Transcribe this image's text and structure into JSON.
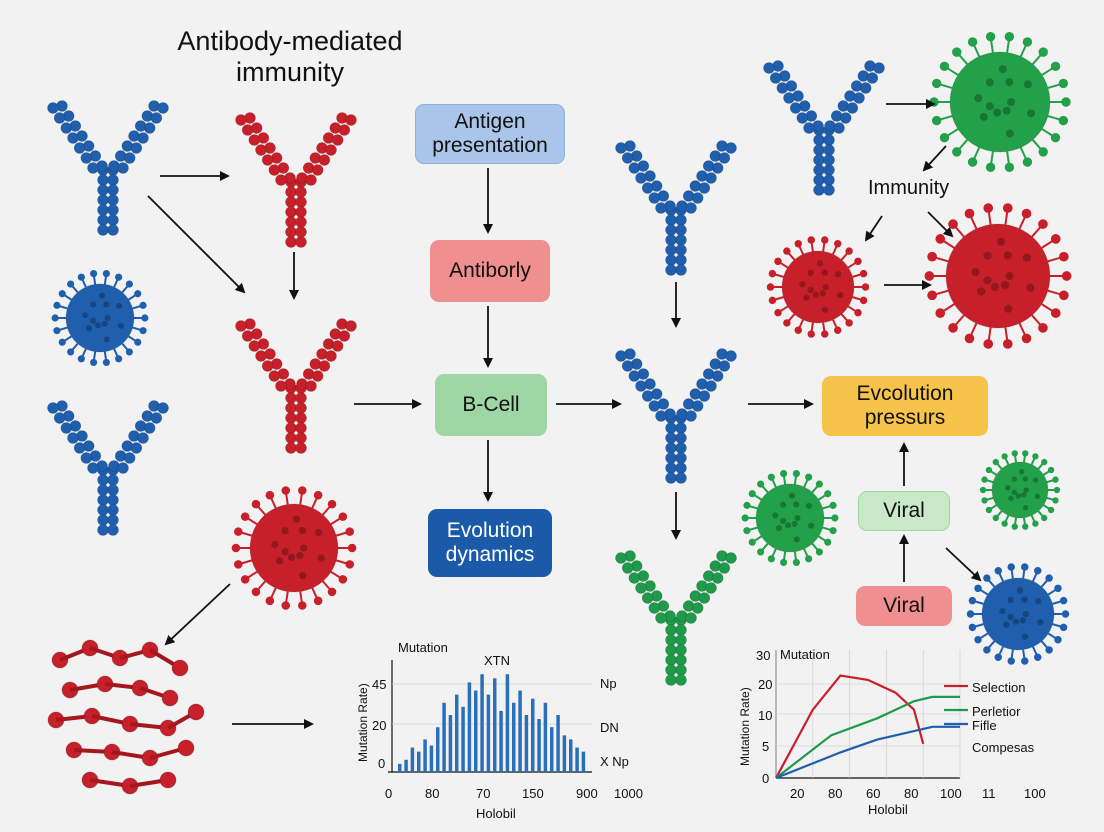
{
  "title": "Antibody-mediated immunity",
  "nodes": {
    "antigen": "Antigen presentation",
    "antibody": "Antiborly",
    "bcell": "B-Cell",
    "evolution": "Evolution dynamics",
    "pressure": "Evcolution pressurs",
    "viral_top": "Viral",
    "viral_bottom": "Viral"
  },
  "labels": {
    "immunity": "Immunity"
  },
  "colors": {
    "blue_antibody": "#1f5fae",
    "red_antibody": "#c8202a",
    "green_antibody": "#1f9a4a",
    "box_blue": "#a9c6ea",
    "box_red": "#ef8f8f",
    "box_green": "#9fd6a6",
    "box_darkblue": "#1b5aa8",
    "box_orange": "#f6c34b"
  },
  "chart_data": [
    {
      "type": "bar",
      "title": "Mutation",
      "peak_label": "XTN",
      "ylabel": "Mutation Rate)",
      "xlabel": "Holobil",
      "yticks": [
        "45",
        "20",
        "0"
      ],
      "xticks": [
        "0",
        "80",
        "70",
        "150",
        "900",
        "1000"
      ],
      "right_labels": [
        "Np",
        "DN",
        "X Np"
      ],
      "ylim": [
        0,
        55
      ],
      "values": [
        4,
        6,
        12,
        10,
        16,
        13,
        22,
        34,
        28,
        38,
        32,
        44,
        40,
        48,
        38,
        46,
        30,
        48,
        34,
        40,
        28,
        36,
        26,
        34,
        22,
        28,
        18,
        16,
        12,
        10
      ]
    },
    {
      "type": "line",
      "title": "Mutation",
      "ylabel": "Mutation Rate)",
      "xlabel": "Holobil",
      "yticks": [
        "30",
        "20",
        "10",
        "5",
        "0"
      ],
      "xticks": [
        "20",
        "80",
        "60",
        "80",
        "100",
        "11",
        "100"
      ],
      "ylim": [
        0,
        30
      ],
      "series": [
        {
          "name": "Selection",
          "color": "#c8202a",
          "points": [
            [
              0,
              0
            ],
            [
              0.2,
              16
            ],
            [
              0.35,
              24
            ],
            [
              0.5,
              23
            ],
            [
              0.65,
              20
            ],
            [
              0.75,
              16
            ],
            [
              0.8,
              8
            ]
          ]
        },
        {
          "name": "Perletior",
          "color": "#1f9a4a",
          "points": [
            [
              0,
              0
            ],
            [
              0.3,
              10
            ],
            [
              0.55,
              14
            ],
            [
              0.75,
              18
            ],
            [
              0.85,
              19
            ],
            [
              1,
              19
            ]
          ]
        },
        {
          "name": "Fifle",
          "color": "#1f5fae",
          "points": [
            [
              0,
              0
            ],
            [
              0.35,
              6
            ],
            [
              0.55,
              9
            ],
            [
              0.75,
              11
            ],
            [
              0.85,
              12
            ],
            [
              1,
              12
            ]
          ]
        }
      ],
      "extra_labels": [
        "Compesas"
      ]
    }
  ]
}
